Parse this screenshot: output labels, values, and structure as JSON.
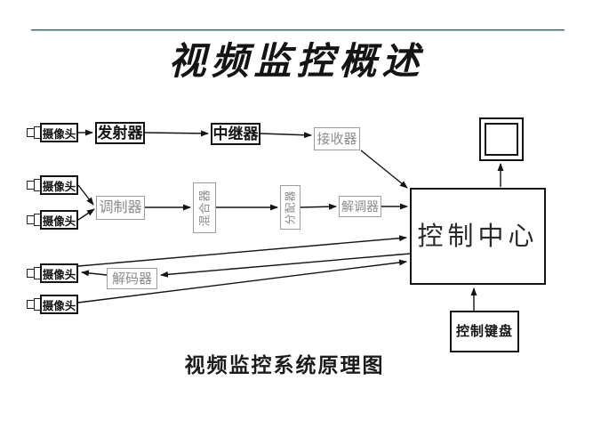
{
  "slide": {
    "title": "视频监控概述",
    "caption": "视频监控系统原理图",
    "accent_color": "#3d6363"
  },
  "diagram": {
    "nodes": {
      "camera": {
        "label": "摄像头"
      },
      "transmitter": {
        "label": "发射器"
      },
      "repeater": {
        "label": "中继器"
      },
      "receiver": {
        "label": "接收器"
      },
      "modulator": {
        "label": "调制器"
      },
      "mixer": {
        "label": "混合器"
      },
      "splitter": {
        "label": "分配器"
      },
      "demodulator": {
        "label": "解调器"
      },
      "control_center": {
        "label": "控制中心"
      },
      "decoder": {
        "label": "解码器"
      },
      "control_keyboard": {
        "label": "控制键盘"
      },
      "monitor": {
        "label": ""
      }
    },
    "edges": [
      {
        "from": "camera-1",
        "to": "transmitter"
      },
      {
        "from": "transmitter",
        "to": "repeater"
      },
      {
        "from": "repeater",
        "to": "receiver"
      },
      {
        "from": "receiver",
        "to": "control_center"
      },
      {
        "from": "camera-2",
        "to": "modulator"
      },
      {
        "from": "camera-3",
        "to": "modulator"
      },
      {
        "from": "modulator",
        "to": "mixer"
      },
      {
        "from": "mixer",
        "to": "splitter"
      },
      {
        "from": "splitter",
        "to": "demodulator"
      },
      {
        "from": "demodulator",
        "to": "control_center"
      },
      {
        "from": "camera-4",
        "to": "control_center"
      },
      {
        "from": "control_center",
        "to": "decoder"
      },
      {
        "from": "decoder",
        "to": "camera-4"
      },
      {
        "from": "camera-5",
        "to": "control_center"
      },
      {
        "from": "control_keyboard",
        "to": "control_center"
      },
      {
        "from": "control_center",
        "to": "monitor"
      }
    ]
  }
}
